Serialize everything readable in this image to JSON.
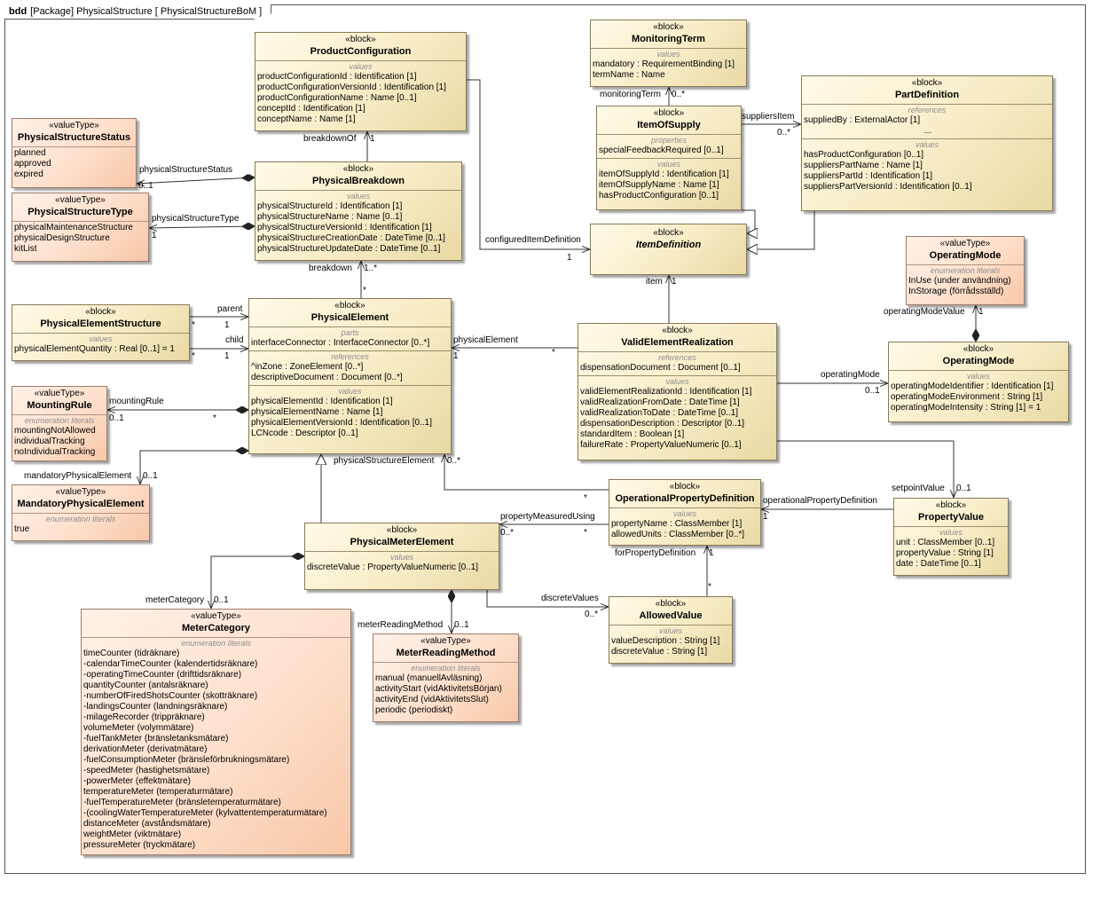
{
  "frame": {
    "kind": "bdd",
    "title": "[Package] PhysicalStructure [ PhysicalStructureBoM ]"
  },
  "boxes": {
    "ProductConfiguration": {
      "stereo": "«block»",
      "name": "ProductConfiguration",
      "sections": [
        {
          "title": "values",
          "items": [
            "productConfigurationId : Identification [1]",
            "productConfigurationVersionId : Identification [1]",
            "productConfigurationName : Name [0..1]",
            "conceptId : Identification [1]",
            "conceptName : Name [1]"
          ]
        }
      ]
    },
    "MonitoringTerm": {
      "stereo": "«block»",
      "name": "MonitoringTerm",
      "sections": [
        {
          "title": "values",
          "items": [
            "mandatory : RequirementBinding [1]",
            "termName : Name"
          ]
        }
      ]
    },
    "PartDefinition": {
      "stereo": "«block»",
      "name": "PartDefinition",
      "sections": [
        {
          "title": "references",
          "items": [
            "suppliedBy : ExternalActor [1]",
            "..."
          ]
        },
        {
          "title": "values",
          "items": [
            "hasProductConfiguration [0..1]",
            "suppliersPartName : Name [1]",
            "suppliersPartId : Identification [1]",
            "suppliersPartVersionId : Identification [0..1]"
          ]
        }
      ]
    },
    "PhysicalStructureStatus": {
      "stereo": "«valueType»",
      "name": "PhysicalStructureStatus",
      "sections": [
        {
          "title": "",
          "items": [
            "planned",
            "approved",
            "expired"
          ]
        }
      ]
    },
    "PhysicalBreakdown": {
      "stereo": "«block»",
      "name": "PhysicalBreakdown",
      "sections": [
        {
          "title": "values",
          "items": [
            "physicalStructureId : Identification [1]",
            "physicalStructureName : Name [0..1]",
            "physicalStructureVersionId : Identification [1]",
            "physicalStructureCreationDate : DateTime [0..1]",
            "physicalStructureUpdateDate : DateTime [0..1]"
          ]
        }
      ]
    },
    "ItemOfSupply": {
      "stereo": "«block»",
      "name": "ItemOfSupply",
      "sections": [
        {
          "title": "properties",
          "items": [
            "specialFeedbackRequired [0..1]"
          ]
        },
        {
          "title": "values",
          "items": [
            "itemOfSupplyId : Identification [1]",
            "itemOfSupplyName : Name [1]",
            "hasProductConfiguration [0..1]"
          ]
        }
      ]
    },
    "PhysicalStructureType": {
      "stereo": "«valueType»",
      "name": "PhysicalStructureType",
      "sections": [
        {
          "title": "",
          "items": [
            "physicalMaintenanceStructure",
            "physicalDesignStructure",
            "kitList"
          ]
        }
      ]
    },
    "ItemDefinition": {
      "stereo": "«block»",
      "name": "ItemDefinition",
      "sections": []
    },
    "OperatingModeVT": {
      "stereo": "«valueType»",
      "name": "OperatingMode",
      "sections": [
        {
          "title": "enumeration literals",
          "items": [
            "InUse (under användning)",
            "InStorage (förrådsställd)"
          ]
        }
      ]
    },
    "PhysicalElementStructure": {
      "stereo": "«block»",
      "name": "PhysicalElementStructure",
      "sections": [
        {
          "title": "values",
          "items": [
            "physicalElementQuantity : Real [0..1] = 1"
          ]
        }
      ]
    },
    "PhysicalElement": {
      "stereo": "«block»",
      "name": "PhysicalElement",
      "sections": [
        {
          "title": "parts",
          "items": [
            "interfaceConnector : InterfaceConnector [0..*]"
          ]
        },
        {
          "title": "references",
          "items": [
            "^inZone : ZoneElement [0..*]",
            "descriptiveDocument : Document [0..*]"
          ]
        },
        {
          "title": "values",
          "items": [
            "physicalElementId : Identification [1]",
            "physicalElementName : Name [1]",
            "physicalElementVersionId : Identification [0..1]",
            "LCNcode : Descriptor [0..1]"
          ]
        }
      ]
    },
    "ValidElementRealization": {
      "stereo": "«block»",
      "name": "ValidElementRealization",
      "sections": [
        {
          "title": "references",
          "items": [
            "dispensationDocument : Document [0..1]"
          ]
        },
        {
          "title": "values",
          "items": [
            "validElementRealizationId : Identification [1]",
            "validRealizationFromDate : DateTime [1]",
            "validRealizationToDate : DateTime [0..1]",
            "dispensationDescription : Descriptor [0..1]",
            "standardItem : Boolean [1]",
            "failureRate : PropertyValueNumeric [0..1]"
          ]
        }
      ]
    },
    "OperatingModeBlock": {
      "stereo": "«block»",
      "name": "OperatingMode",
      "sections": [
        {
          "title": "values",
          "items": [
            "operatingModeIdentifier : Identification [1]",
            "operatingModeEnvironment : String [1]",
            "operatingModeIntensity : String [1] = 1"
          ]
        }
      ]
    },
    "MountingRule": {
      "stereo": "«valueType»",
      "name": "MountingRule",
      "sections": [
        {
          "title": "enumeration literals",
          "items": [
            "mountingNotAllowed",
            "individualTracking",
            "noIndividualTracking"
          ]
        }
      ]
    },
    "MandatoryPhysicalElement": {
      "stereo": "«valueType»",
      "name": "MandatoryPhysicalElement",
      "sections": [
        {
          "title": "enumeration literals",
          "items": [
            "true"
          ]
        }
      ]
    },
    "OperationalPropertyDefinition": {
      "stereo": "«block»",
      "name": "OperationalPropertyDefinition",
      "sections": [
        {
          "title": "values",
          "items": [
            "propertyName : ClassMember [1]",
            "allowedUnits : ClassMember [0..*]"
          ]
        }
      ]
    },
    "PropertyValue": {
      "stereo": "«block»",
      "name": "PropertyValue",
      "sections": [
        {
          "title": "values",
          "items": [
            "unit : ClassMember [0..1]",
            "propertyValue : String [1]",
            "date : DateTime [0..1]"
          ]
        }
      ]
    },
    "PhysicalMeterElement": {
      "stereo": "«block»",
      "name": "PhysicalMeterElement",
      "sections": [
        {
          "title": "values",
          "items": [
            "discreteValue : PropertyValueNumeric [0..1]"
          ]
        }
      ]
    },
    "AllowedValue": {
      "stereo": "«block»",
      "name": "AllowedValue",
      "sections": [
        {
          "title": "values",
          "items": [
            "valueDescription : String [1]",
            "discreteValue : String [1]"
          ]
        }
      ]
    },
    "MeterCategory": {
      "stereo": "«valueType»",
      "name": "MeterCategory",
      "sections": [
        {
          "title": "enumeration literals",
          "items": [
            "timeCounter (tidräknare)",
            "-calendarTimeCounter (kalendertidsräknare)",
            "-operatingTimeCounter (drifttidsräknare)",
            "quantityCounter (antalsräknare)",
            "-numberOfFiredShotsCounter (skotträknare)",
            "-landingsCounter (landningsräknare)",
            "-milageRecorder (trippräknare)",
            "volumeMeter (volymmätare)",
            "-fuelTankMeter (bränsletanksmätare)",
            "derivationMeter (derivatmätare)",
            "-fuelConsumptionMeter (bränsleförbrukningsmätare)",
            "-speedMeter (hastighetsmätare)",
            "-powerMeter (effektmätare)",
            "temperatureMeter (temperaturmätare)",
            "-fuelTemperatureMeter (bränsletemperaturmätare)",
            "-(coolingWaterTemperatureMeter (kylvattentemperaturmätare)",
            "distanceMeter (avståndsmätare)",
            "weightMeter (viktmätare)",
            "pressureMeter (tryckmätare)"
          ]
        }
      ]
    },
    "MeterReadingMethod": {
      "stereo": "«valueType»",
      "name": "MeterReadingMethod",
      "sections": [
        {
          "title": "enumeration literals",
          "items": [
            "manual (manuellAvläsning)",
            "activityStart (vidAktivitetsBörjan)",
            "activityEnd (vidAktivitetsSlut)",
            "periodic (periodiskt)"
          ]
        }
      ]
    }
  },
  "labels": [
    "breakdownOf",
    "1",
    "monitoringTerm",
    "0..*",
    "suppliersItem",
    "0..*",
    "physicalStructureStatus",
    "0..1",
    "physicalStructureType",
    "1",
    "configuredItemDefinition",
    "1",
    "breakdown",
    "1..*",
    "*",
    "item",
    "1",
    "operatingModeValue",
    "1",
    "parent",
    "*",
    "1",
    "child",
    "*",
    "1",
    "physicalElement",
    "1",
    "*",
    "operatingMode",
    "0..1",
    "mountingRule",
    "0..1",
    "*",
    "mandatoryPhysicalElement",
    "0..1",
    "physicalStructureElement",
    "0..*",
    "*",
    "setpointValue",
    "0..1",
    "operationalPropertyDefinition",
    "1",
    "propertyMeasuredUsing",
    "0..*",
    "*",
    "forPropertyDefinition",
    "1",
    "*",
    "discreteValues",
    "0..*",
    "meterCategory",
    "0..1",
    "meterReadingMethod",
    "0..1"
  ]
}
